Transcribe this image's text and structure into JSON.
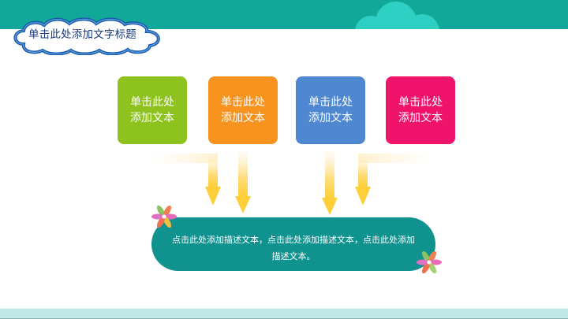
{
  "slide": {
    "title": "单击此处添加文字标题",
    "colors": {
      "top_band": "#11a89a",
      "header_cloud": "#2fd0c4",
      "title_cloud_border": "#1a5aa8",
      "title_text": "#1b3a78",
      "arrow": "#ffd24a",
      "pill": "#10928f",
      "bottom_band": "#bfe7e5"
    },
    "boxes": [
      {
        "line1": "单击此处",
        "line2": "添加文本",
        "color": "#8dc21f"
      },
      {
        "line1": "单击此处",
        "line2": "添加文本",
        "color": "#f7931e"
      },
      {
        "line1": "单击此处",
        "line2": "添加文本",
        "color": "#4f88d0"
      },
      {
        "line1": "单击此处",
        "line2": "添加文本",
        "color": "#f0136b"
      }
    ],
    "description": {
      "line1": "点击此处添加描述文本，点击此处添加描述文本，点击此处添加",
      "line2": "描述文本。"
    },
    "icons": [
      "cloud-icon",
      "flower-icon",
      "down-arrow-icon"
    ]
  }
}
